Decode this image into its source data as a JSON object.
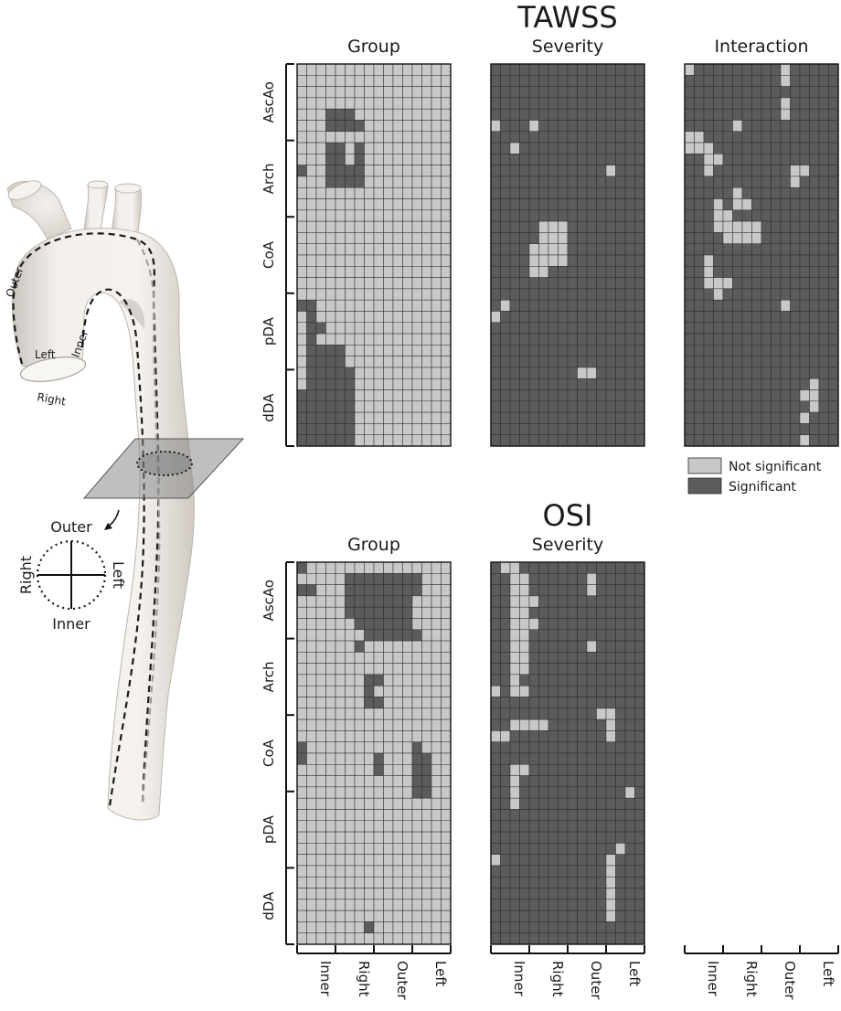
{
  "colors": {
    "not_significant": "#c8c8c8",
    "significant": "#5c5c5c",
    "grid_line": "#2a2a2a",
    "vessel_fill": "#eeeae5",
    "plane_fill": "#8a8a8a"
  },
  "aorta": {
    "labels": {
      "outer": "Outer",
      "inner": "Inner",
      "left": "Left",
      "right": "Right"
    },
    "compass": {
      "outer": "Outer",
      "inner": "Inner",
      "left": "Left",
      "right": "Right"
    }
  },
  "legend": {
    "not_significant": "Not significant",
    "significant": "Significant"
  },
  "axes": {
    "segments": [
      "AscAo",
      "Arch",
      "CoA",
      "pDA",
      "dDA"
    ],
    "circumferential": [
      "Inner",
      "Right",
      "Outer",
      "Left"
    ]
  },
  "panels": [
    {
      "id": "tawss",
      "title": "TAWSS",
      "maps": [
        {
          "title": "Group",
          "base": 0,
          "rows": [
            "",
            "",
            "",
            "",
            "0001110",
            "0001111",
            "0000000",
            "0001101",
            "0001101",
            "1001111",
            "0001111",
            "0000000",
            "0000000",
            "0000000",
            "0000000",
            "0000000",
            "0000000",
            "0000000",
            "0000000",
            "0000000",
            "0000000",
            "1100000",
            "0100000",
            "0110000",
            "0100000",
            "0111100",
            "0111100",
            "0111110",
            "0111110",
            "1111110",
            "1111110",
            "1111110",
            "1111110",
            "1111110"
          ]
        },
        {
          "title": "Severity",
          "base": 1,
          "rows": [
            "",
            "",
            "",
            "",
            "",
            "1000100",
            "",
            "0010000",
            "",
            "0000000000001",
            "",
            "",
            "",
            "",
            "00000111",
            "00000111",
            "00001111",
            "00001111",
            "00001100",
            "",
            "",
            "0100000",
            "1000000",
            "",
            "",
            "",
            "00000000000000001",
            "000000000110000",
            "",
            "",
            "",
            "",
            "",
            ""
          ]
        },
        {
          "title": "Interaction",
          "base": 1,
          "rows": [
            "10000000001",
            "0000000000100",
            "",
            "0000000000100",
            "0000000000100",
            "0000010",
            "1100000",
            "11100000",
            "00110000",
            "0010000000011",
            "000000000001",
            "00000100",
            "0001011",
            "00011",
            "00011111",
            "00001111",
            "0000000",
            "00100",
            "00100",
            "001110",
            "000100",
            "0000000000100",
            "",
            "",
            "",
            "",
            "",
            "",
            "00000000000001",
            "00000000000011",
            "00000000000001",
            "0000000000001",
            "",
            "0000000000001"
          ]
        }
      ]
    },
    {
      "id": "osi",
      "title": "OSI",
      "maps": [
        {
          "title": "Group",
          "base": 0,
          "rows": [
            "1000000000000000",
            "0000011111111",
            "1100011111111",
            "000001111111",
            "000001111111",
            "000000111111",
            "0000000111111",
            "0000001000000",
            "",
            "0000000000000",
            "0000000110000",
            "0000000100000",
            "0000000110000",
            "",
            "",
            "",
            "1000000000001",
            "10000000100011",
            "00000000100011",
            "00000000000011",
            "00000000000011",
            "",
            "",
            "",
            "",
            "",
            "",
            "",
            "",
            "",
            "",
            "",
            "00000001",
            "000000000"
          ]
        },
        {
          "title": "Severity",
          "base": 1,
          "rows": [
            "0110000000000",
            "0011000000100",
            "0011000000100",
            "0011100000000",
            "0011000000000",
            "0011100000000",
            "0011000000000",
            "0011000000100",
            "0011000000000",
            "0011000000000",
            "00100",
            "1011000000000",
            "00000000000000",
            "0000000000011",
            "0011110000001",
            "1100000000001",
            "0000000000000",
            "00000000000000",
            "00110000000000",
            "001000000000000",
            "001000000000001",
            "0010000000000",
            "0000000000000",
            "00000000000000",
            "0000000000000",
            "00000000000001",
            "10000000000010",
            "00000000000010",
            "00000000000010",
            "00000000000010",
            "0000000000001",
            "0000000000001",
            "0000000000000",
            "0000000000000"
          ]
        }
      ]
    }
  ]
}
